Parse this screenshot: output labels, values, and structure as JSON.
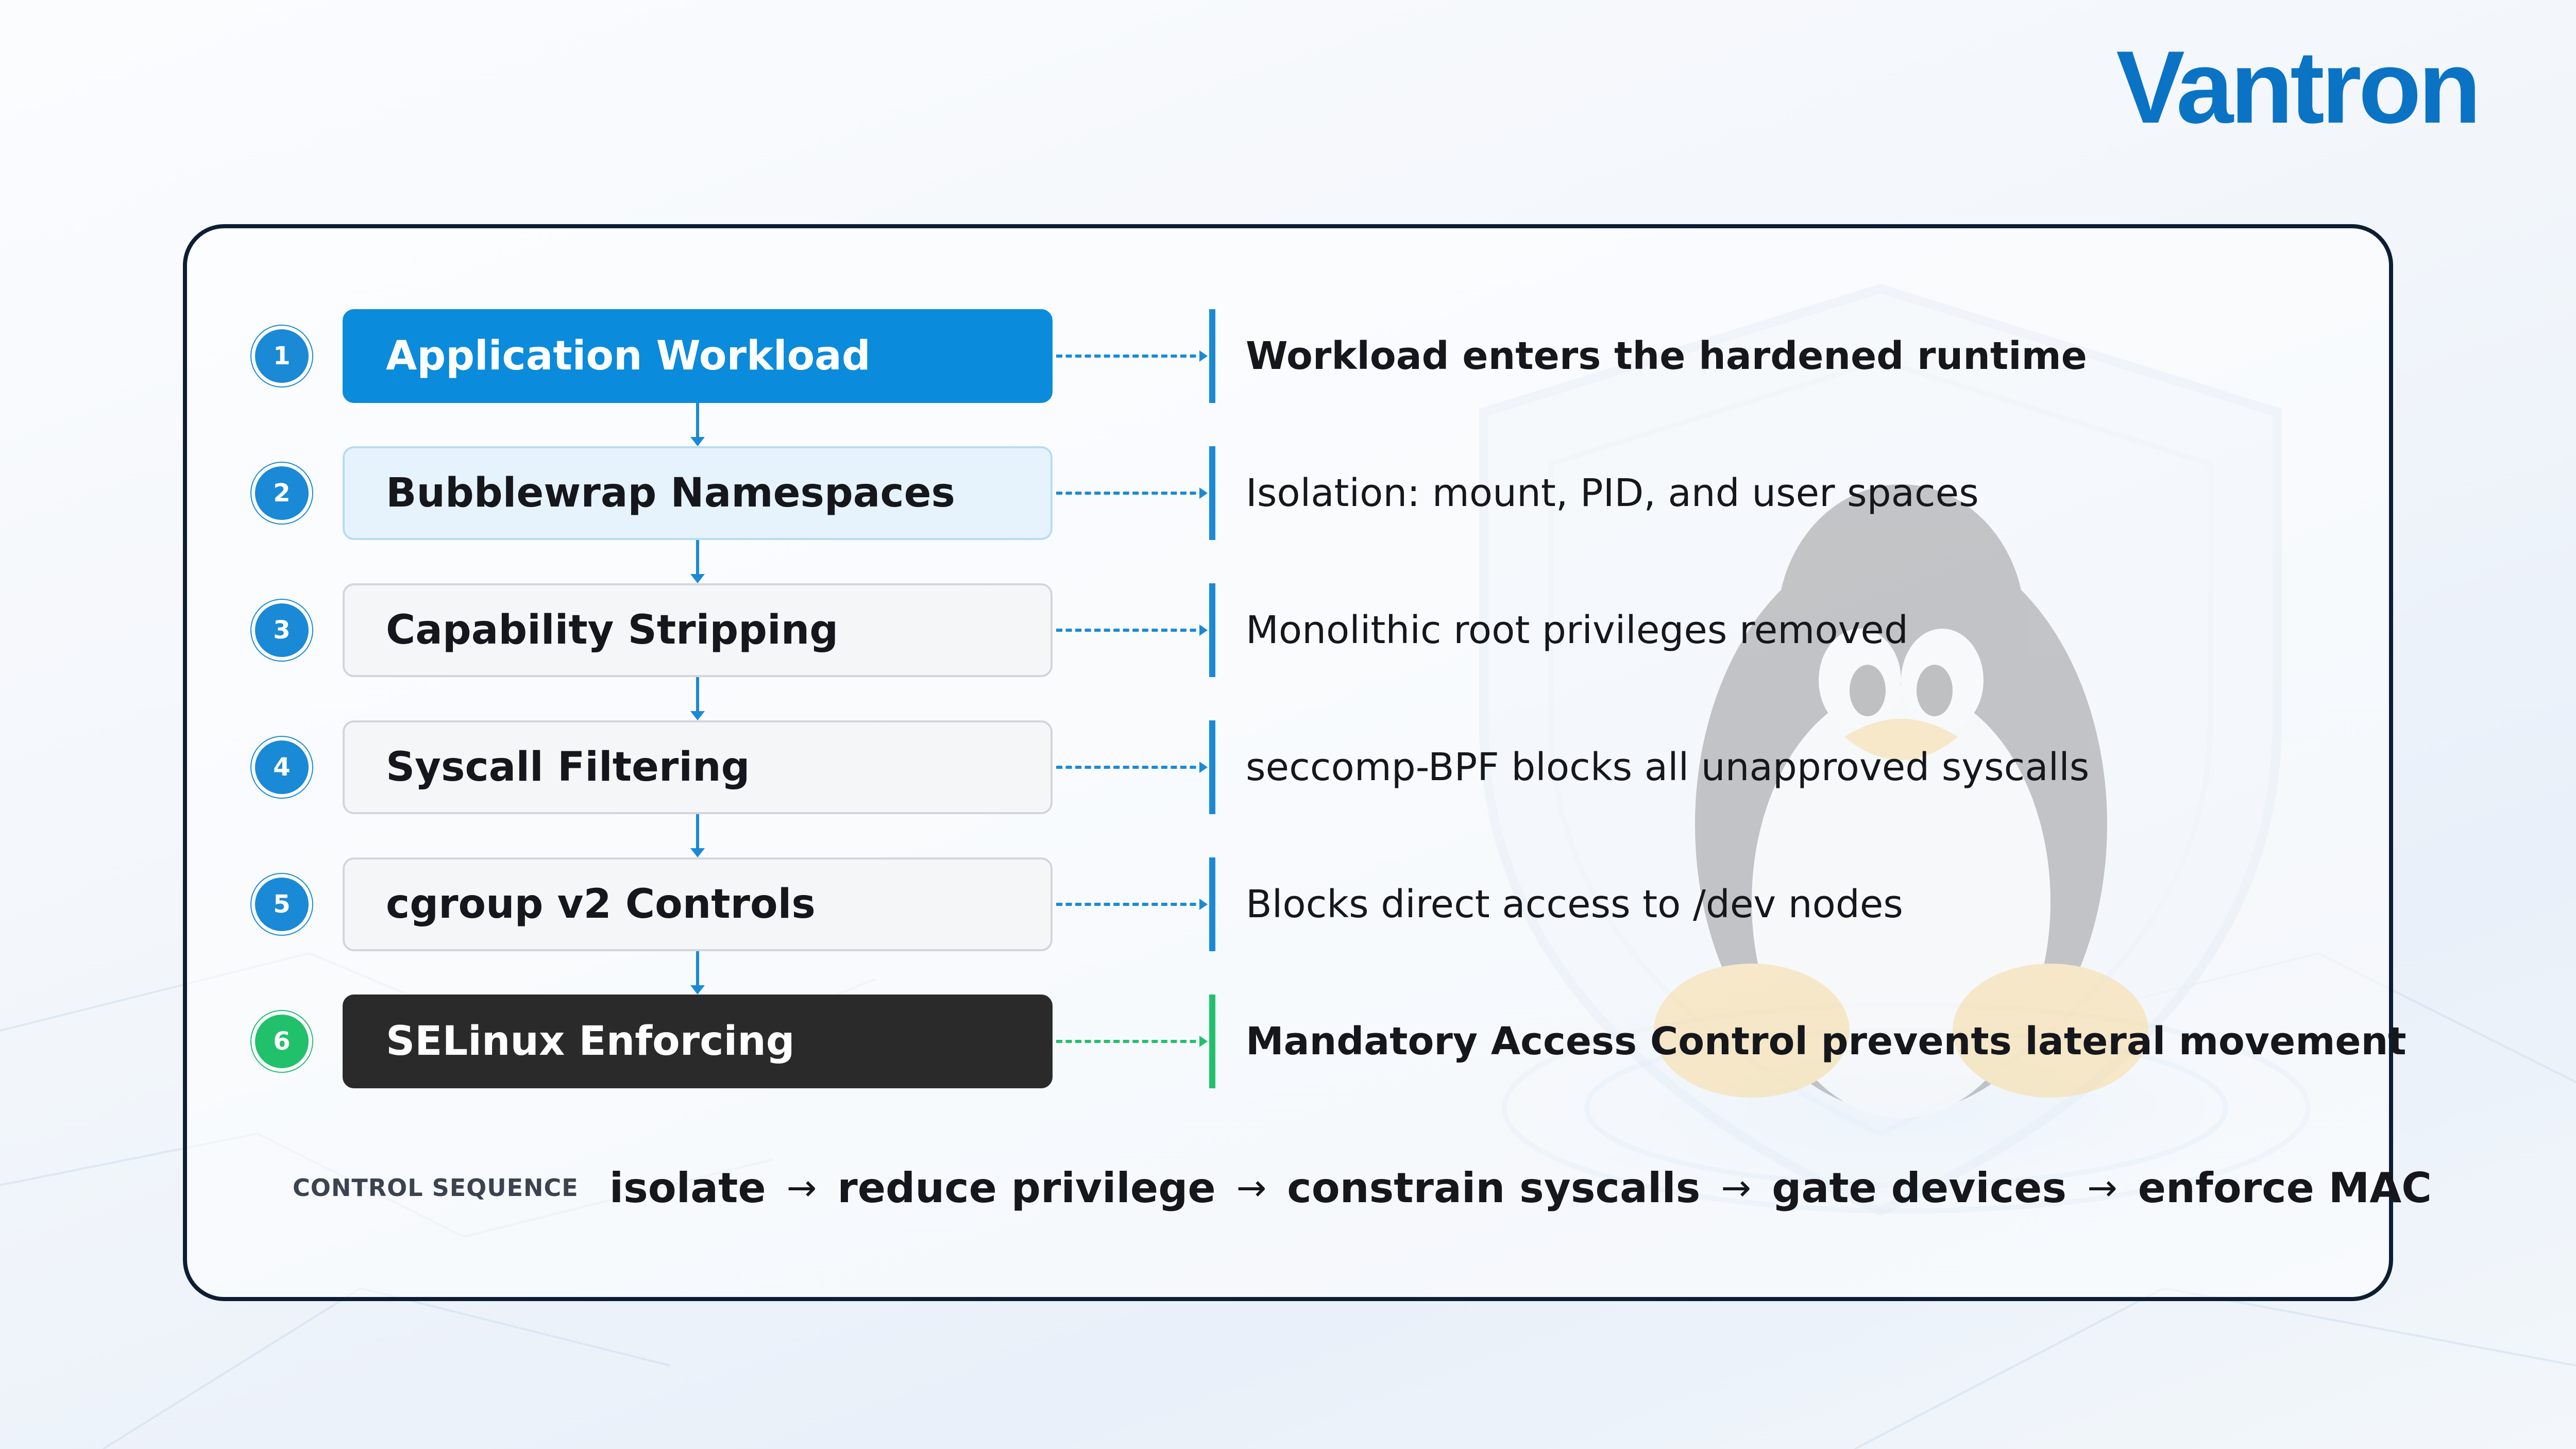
{
  "brand": {
    "logo_text": "Vantron"
  },
  "layers": [
    {
      "number": "1",
      "title": "Application Workload",
      "description": "Workload enters the hardened runtime"
    },
    {
      "number": "2",
      "title": "Bubblewrap Namespaces",
      "description": "Isolation: mount, PID, and user spaces"
    },
    {
      "number": "3",
      "title": "Capability Stripping",
      "description": "Monolithic root privileges removed"
    },
    {
      "number": "4",
      "title": "Syscall Filtering",
      "description": "seccomp-BPF blocks all unapproved syscalls"
    },
    {
      "number": "5",
      "title": "cgroup v2 Controls",
      "description": "Blocks direct access to /dev nodes"
    },
    {
      "number": "6",
      "title": "SELinux Enforcing",
      "description": "Mandatory Access Control prevents lateral movement"
    }
  ],
  "sequence": {
    "label": "CONTROL SEQUENCE",
    "steps": [
      "isolate",
      "reduce privilege",
      "constrain syscalls",
      "gate devices",
      "enforce MAC"
    ],
    "separator": "→"
  },
  "colors": {
    "accent_blue": "#0a8bdc",
    "accent_green": "#21c16b",
    "dark_box": "#2a2a2a",
    "logo": "#0a73c4"
  },
  "background": {
    "penguin": "tux-penguin-icon",
    "shield": "shield-icon"
  }
}
